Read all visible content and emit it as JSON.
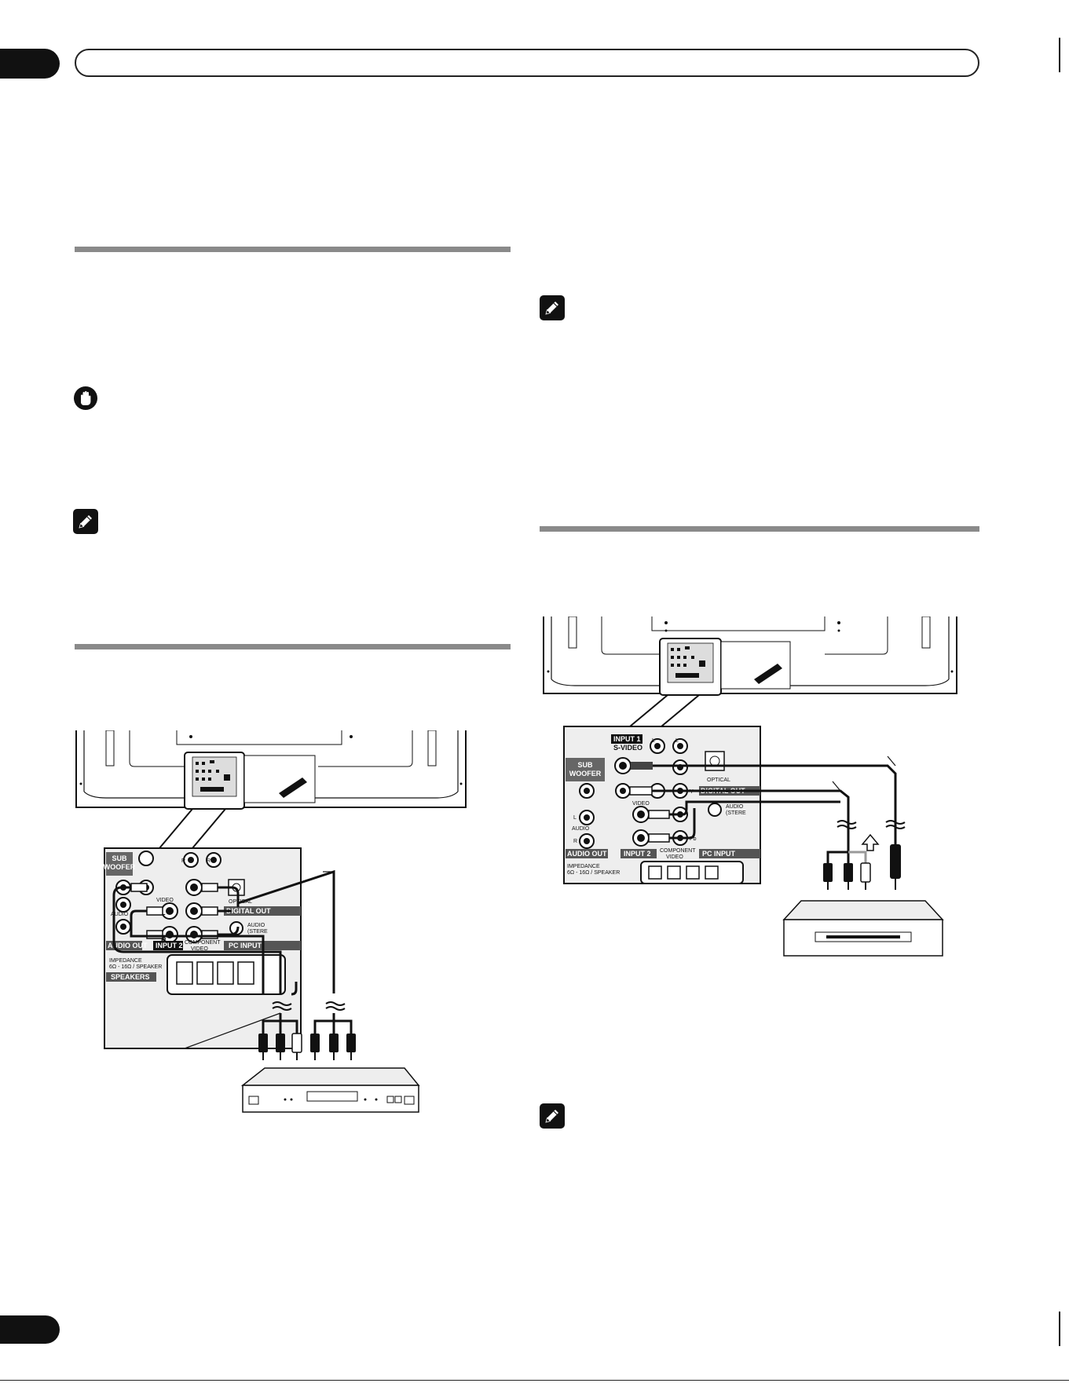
{
  "header": {
    "chapter_tab": "",
    "title": ""
  },
  "footer": {
    "page_number": ""
  },
  "figure1": {
    "sub_woofer": "SUB\nWOOFER",
    "video": "VIDEO",
    "audio": "AUDIO",
    "l": "L",
    "r": "R",
    "optical": "OPTICAL",
    "digital_out": "DIGITAL OUT",
    "audio_stereo": "AUDIO\n(STERE",
    "audio_out": "AUDIO OUT",
    "input2": "INPUT 2",
    "component_video": "COMPONENT\nVIDEO",
    "pc_input": "PC INPUT",
    "impedance": "IMPEDANCE\n6Ω - 16Ω / SPEAKER",
    "speakers": "SPEAKERS"
  },
  "figure2": {
    "input1": "INPUT 1",
    "s_video": "S-VIDEO",
    "sub_woofer": "SUB\nWOOFER",
    "video": "VIDEO",
    "audio": "AUDIO",
    "l": "L",
    "r": "R",
    "y": "Y",
    "pb": "Pb",
    "optical": "OPTICAL",
    "digital_out": "DIGITAL OUT",
    "audio_stereo": "AUDIO\n(STERE",
    "audio_out": "AUDIO OUT",
    "input2": "INPUT 2",
    "component_video": "COMPONENT\nVIDEO",
    "pc_input": "PC INPUT",
    "impedance": "IMPEDANCE\n6Ω - 16Ω / SPEAKER"
  },
  "icons": {
    "caution": "hand-stop-icon",
    "note": "pencil-note-icon"
  }
}
